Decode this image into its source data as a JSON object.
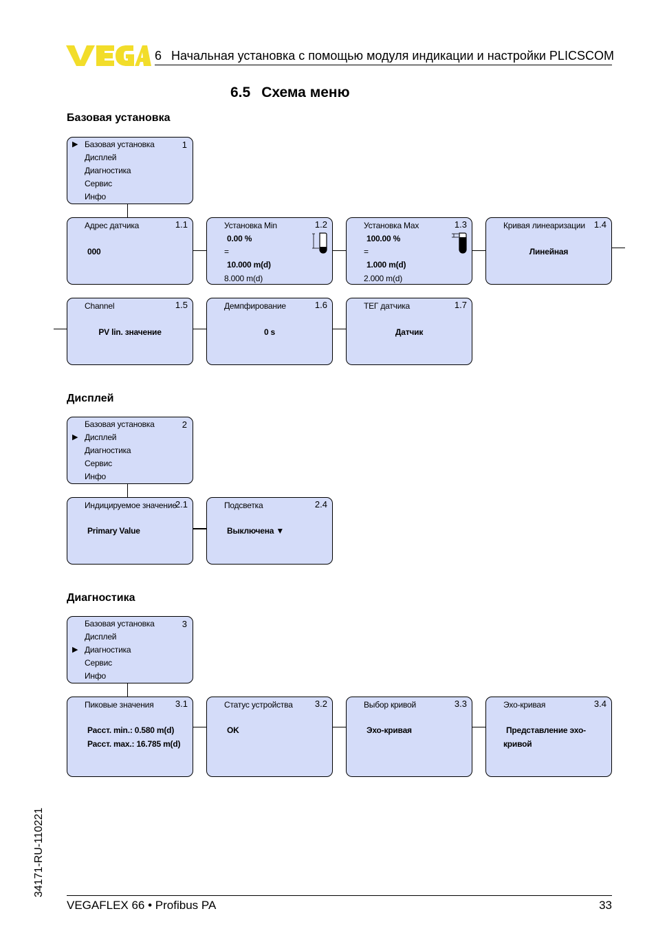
{
  "header": {
    "logo": "VEGA",
    "chapter_number": "6",
    "chapter_title": "Начальная установка с помощью модуля индикации и настройки PLICSCOM"
  },
  "page_title": {
    "number": "6.5",
    "text": "Схема меню"
  },
  "sections": {
    "basic": {
      "heading": "Базовая установка",
      "menu": {
        "items": [
          "Базовая установка",
          "Дисплей",
          "Диагностика",
          "Сервис",
          "Инфо"
        ],
        "number": "1"
      },
      "boxes": {
        "b11": {
          "title": "Адрес датчика",
          "num": "1.1",
          "value": "000"
        },
        "b12": {
          "title": "Установка Min",
          "num": "1.2",
          "line1": "0.00 %",
          "line2": "=",
          "line3": "10.000 m(d)",
          "line4": "8.000 m(d)"
        },
        "b13": {
          "title": "Установка Max",
          "num": "1.3",
          "line1": "100.00 %",
          "line2": "=",
          "line3": "1.000 m(d)",
          "line4": "2.000 m(d)"
        },
        "b14": {
          "title": "Кривая линеаризации",
          "num": "1.4",
          "value": "Линейная"
        },
        "b15": {
          "title": "Channel",
          "num": "1.5",
          "value": "PV lin. значение"
        },
        "b16": {
          "title": "Демпфирование",
          "num": "1.6",
          "value": "0 s"
        },
        "b17": {
          "title": "ТЕГ датчика",
          "num": "1.7",
          "value": "Датчик"
        }
      }
    },
    "display": {
      "heading": "Дисплей",
      "menu": {
        "items": [
          "Базовая установка",
          "Дисплей",
          "Диагностика",
          "Сервис",
          "Инфо"
        ],
        "number": "2"
      },
      "boxes": {
        "b21": {
          "title": "Индицируемое значение",
          "num": "2.1",
          "value": "Primary Value"
        },
        "b24": {
          "title": "Подсветка",
          "num": "2.4",
          "value": "Выключена ▼"
        }
      }
    },
    "diagnostics": {
      "heading": "Диагностика",
      "menu": {
        "items": [
          "Базовая установка",
          "Дисплей",
          "Диагностика",
          "Сервис",
          "Инфо"
        ],
        "number": "3"
      },
      "boxes": {
        "b31": {
          "title": "Пиковые значения",
          "num": "3.1",
          "line1": "Расст. min.: 0.580 m(d)",
          "line2": "Расст. max.: 16.785 m(d)"
        },
        "b32": {
          "title": "Статус устройства",
          "num": "3.2",
          "value": "OK"
        },
        "b33": {
          "title": "Выбор кривой",
          "num": "3.3",
          "value": "Эхо-кривая"
        },
        "b34": {
          "title": "Эхо-кривая",
          "num": "3.4",
          "line1": "Представление эхо-",
          "line2": "кривой"
        }
      }
    }
  },
  "doc_code": "34171-RU-110221",
  "footer": {
    "product": "VEGAFLEX 66 • Profibus PA",
    "page_number": "33"
  },
  "colors": {
    "logo": "#f2dd2a",
    "box_fill": "#d4dcf9"
  }
}
